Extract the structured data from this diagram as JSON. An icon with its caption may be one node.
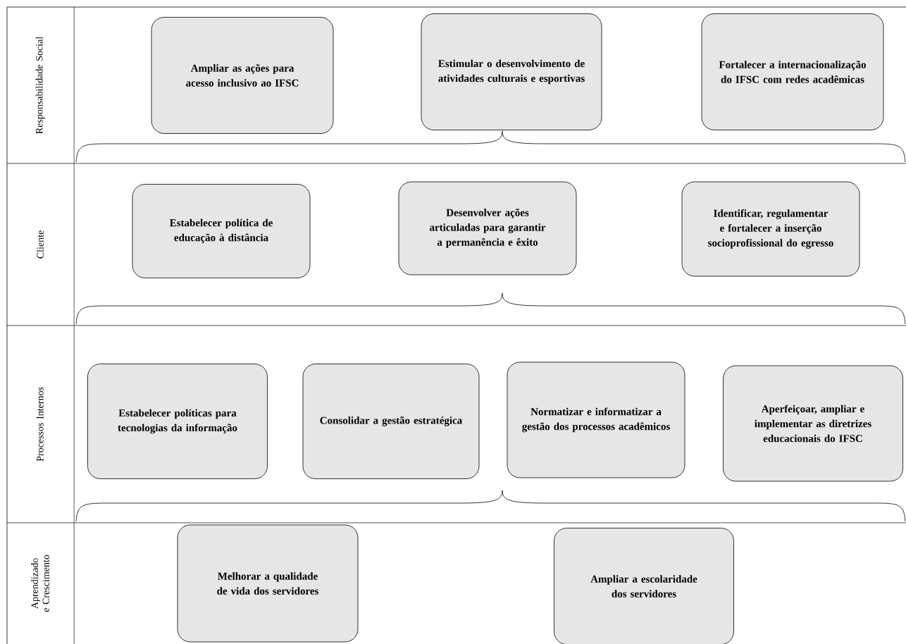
{
  "diagram": {
    "nodes": [
      {
        "text": [
          "Ampliar as ações para acesso inclusivo ao IFSC"
        ]
      },
      {
        "text": [
          "Estimular o desenvolvimento de atividades culturais e esportivas"
        ]
      },
      {
        "text": [
          "Fortalecer a internacionalização do IFSC com redes acadêmicas"
        ]
      },
      {
        "text": [
          "Estabelecer política de educação à distância"
        ]
      },
      {
        "text": [
          "Desenvolver ações articuladas para garantir a permanência e êxito"
        ]
      },
      {
        "text": [
          "Identificar, regulamentar e fortalecer a inserção socioprofissional do egresso"
        ]
      },
      {
        "text": [
          "Estabelecer políticas para tecnologias da informação"
        ]
      },
      {
        "text": [
          "Consolidar a gestão estratégica"
        ]
      },
      {
        "text": [
          "Normatizar e informatizar a gestão dos processos acadêmicos"
        ]
      },
      {
        "text": [
          "Aperfeiçoar, ampliar e implementar as diretrizes educacionais do IFSC"
        ]
      },
      {
        "text": [
          "Melhorar a qualidade de vida dos servidores"
        ]
      },
      {
        "text": [
          "Ampliar a escolaridade dos servidores"
        ]
      }
    ],
    "labels": [
      "Responsabilidade Social",
      "Cliente",
      "Processos Internos",
      "Aprendizado e Crescimento"
    ]
  }
}
